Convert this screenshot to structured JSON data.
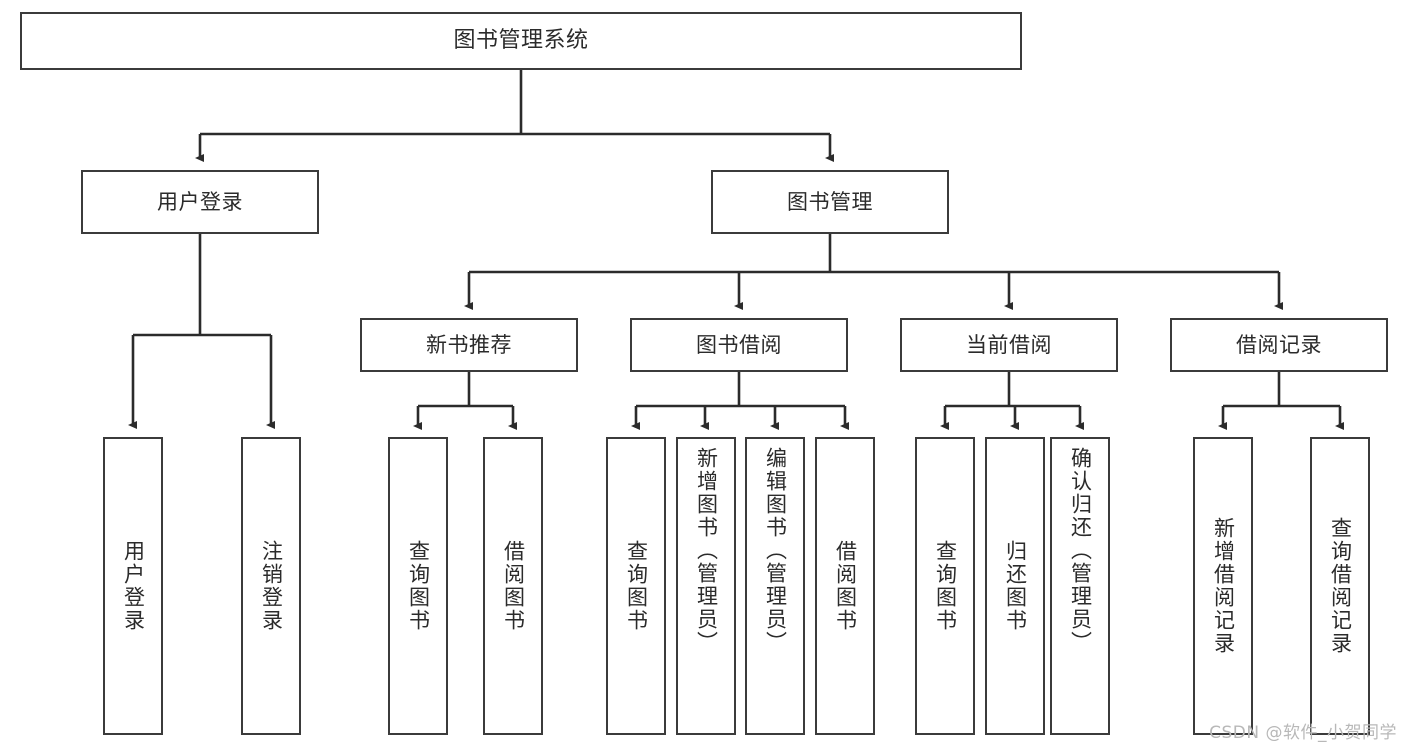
{
  "diagram": {
    "title": "图书管理系统",
    "type": "tree-hierarchy-diagram",
    "watermark": "CSDN @软件_小贺同学",
    "colors": {
      "background": "#ffffff",
      "box_border": "#3b3b3b",
      "text": "#2b2b2b",
      "edge": "#2b2b2b",
      "watermark": "#b8b8b8"
    }
  },
  "nodes": {
    "root": {
      "label": "图书管理系统"
    },
    "level2": [
      {
        "id": "user-login",
        "label": "用户登录"
      },
      {
        "id": "book-management",
        "label": "图书管理"
      }
    ],
    "level3": [
      {
        "id": "new-book-recommend",
        "label": "新书推荐"
      },
      {
        "id": "book-borrow",
        "label": "图书借阅"
      },
      {
        "id": "current-borrow",
        "label": "当前借阅"
      },
      {
        "id": "borrow-record",
        "label": "借阅记录"
      }
    ],
    "leaves": {
      "user_login": [
        {
          "id": "leaf-user-login",
          "label": "用户登录"
        },
        {
          "id": "leaf-logout-login",
          "label": "注销登录"
        }
      ],
      "new_book_recommend": [
        {
          "id": "leaf-query-book-1",
          "label": "查询图书"
        },
        {
          "id": "leaf-borrow-book-1",
          "label": "借阅图书"
        }
      ],
      "book_borrow": [
        {
          "id": "leaf-query-book-2",
          "label": "查询图书"
        },
        {
          "id": "leaf-add-book",
          "label": "新增图书（管理员）"
        },
        {
          "id": "leaf-edit-book",
          "label": "编辑图书（管理员）"
        },
        {
          "id": "leaf-borrow-book-2",
          "label": "借阅图书"
        }
      ],
      "current_borrow": [
        {
          "id": "leaf-query-book-3",
          "label": "查询图书"
        },
        {
          "id": "leaf-return-book",
          "label": "归还图书"
        },
        {
          "id": "leaf-confirm-return",
          "label": "确认归还（管理员）"
        }
      ],
      "borrow_record": [
        {
          "id": "leaf-add-borrow-record",
          "label": "新增借阅记录"
        },
        {
          "id": "leaf-query-borrow-record",
          "label": "查询借阅记录"
        }
      ]
    }
  },
  "chart_data": {
    "type": "tree",
    "title": "图书管理系统",
    "edges": [
      {
        "from": "图书管理系统",
        "to": "用户登录"
      },
      {
        "from": "图书管理系统",
        "to": "图书管理"
      },
      {
        "from": "用户登录",
        "to": "用户登录"
      },
      {
        "from": "用户登录",
        "to": "注销登录"
      },
      {
        "from": "图书管理",
        "to": "新书推荐"
      },
      {
        "from": "图书管理",
        "to": "图书借阅"
      },
      {
        "from": "图书管理",
        "to": "当前借阅"
      },
      {
        "from": "图书管理",
        "to": "借阅记录"
      },
      {
        "from": "新书推荐",
        "to": "查询图书"
      },
      {
        "from": "新书推荐",
        "to": "借阅图书"
      },
      {
        "from": "图书借阅",
        "to": "查询图书"
      },
      {
        "from": "图书借阅",
        "to": "新增图书（管理员）"
      },
      {
        "from": "图书借阅",
        "to": "编辑图书（管理员）"
      },
      {
        "from": "图书借阅",
        "to": "借阅图书"
      },
      {
        "from": "当前借阅",
        "to": "查询图书"
      },
      {
        "from": "当前借阅",
        "to": "归还图书"
      },
      {
        "from": "当前借阅",
        "to": "确认归还（管理员）"
      },
      {
        "from": "借阅记录",
        "to": "新增借阅记录"
      },
      {
        "from": "借阅记录",
        "to": "查询借阅记录"
      }
    ]
  }
}
